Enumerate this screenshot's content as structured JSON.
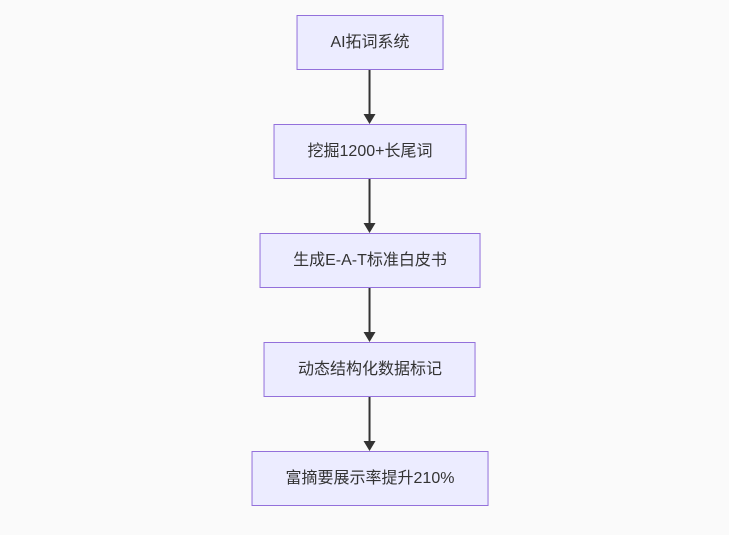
{
  "diagram": {
    "type": "flowchart",
    "direction": "top-to-bottom",
    "nodes": [
      {
        "label": "AI拓词系统"
      },
      {
        "label": "挖掘1200+长尾词"
      },
      {
        "label": "生成E-A-T标准白皮书"
      },
      {
        "label": "动态结构化数据标记"
      },
      {
        "label": "富摘要展示率提升210%"
      }
    ],
    "edges": [
      {
        "from": "AI拓词系统",
        "to": "挖掘1200+长尾词"
      },
      {
        "from": "挖掘1200+长尾词",
        "to": "生成E-A-T标准白皮书"
      },
      {
        "from": "生成E-A-T标准白皮书",
        "to": "动态结构化数据标记"
      },
      {
        "from": "动态结构化数据标记",
        "to": "富摘要展示率提升210%"
      }
    ],
    "colors": {
      "node_fill": "#ECECFF",
      "node_border": "#9370DB",
      "node_text": "#333333",
      "arrow": "#333333",
      "background": "#FAFAFA"
    }
  }
}
